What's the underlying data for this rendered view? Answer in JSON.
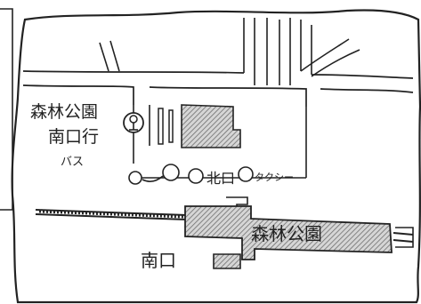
{
  "map": {
    "labels": {
      "bus_stop_line1": "森林公園",
      "bus_stop_line2": "南口行",
      "bus_stop_line3": "バス",
      "north_exit": "北口",
      "taxi": "タクシー",
      "station": "森林公園",
      "south_exit": "南口"
    },
    "colors": {
      "ink": "#222222",
      "hatch": "#8a8a8a",
      "paper": "#ffffff"
    },
    "icons": [
      "bus-stop-icon",
      "taxi-stand-icon"
    ]
  }
}
